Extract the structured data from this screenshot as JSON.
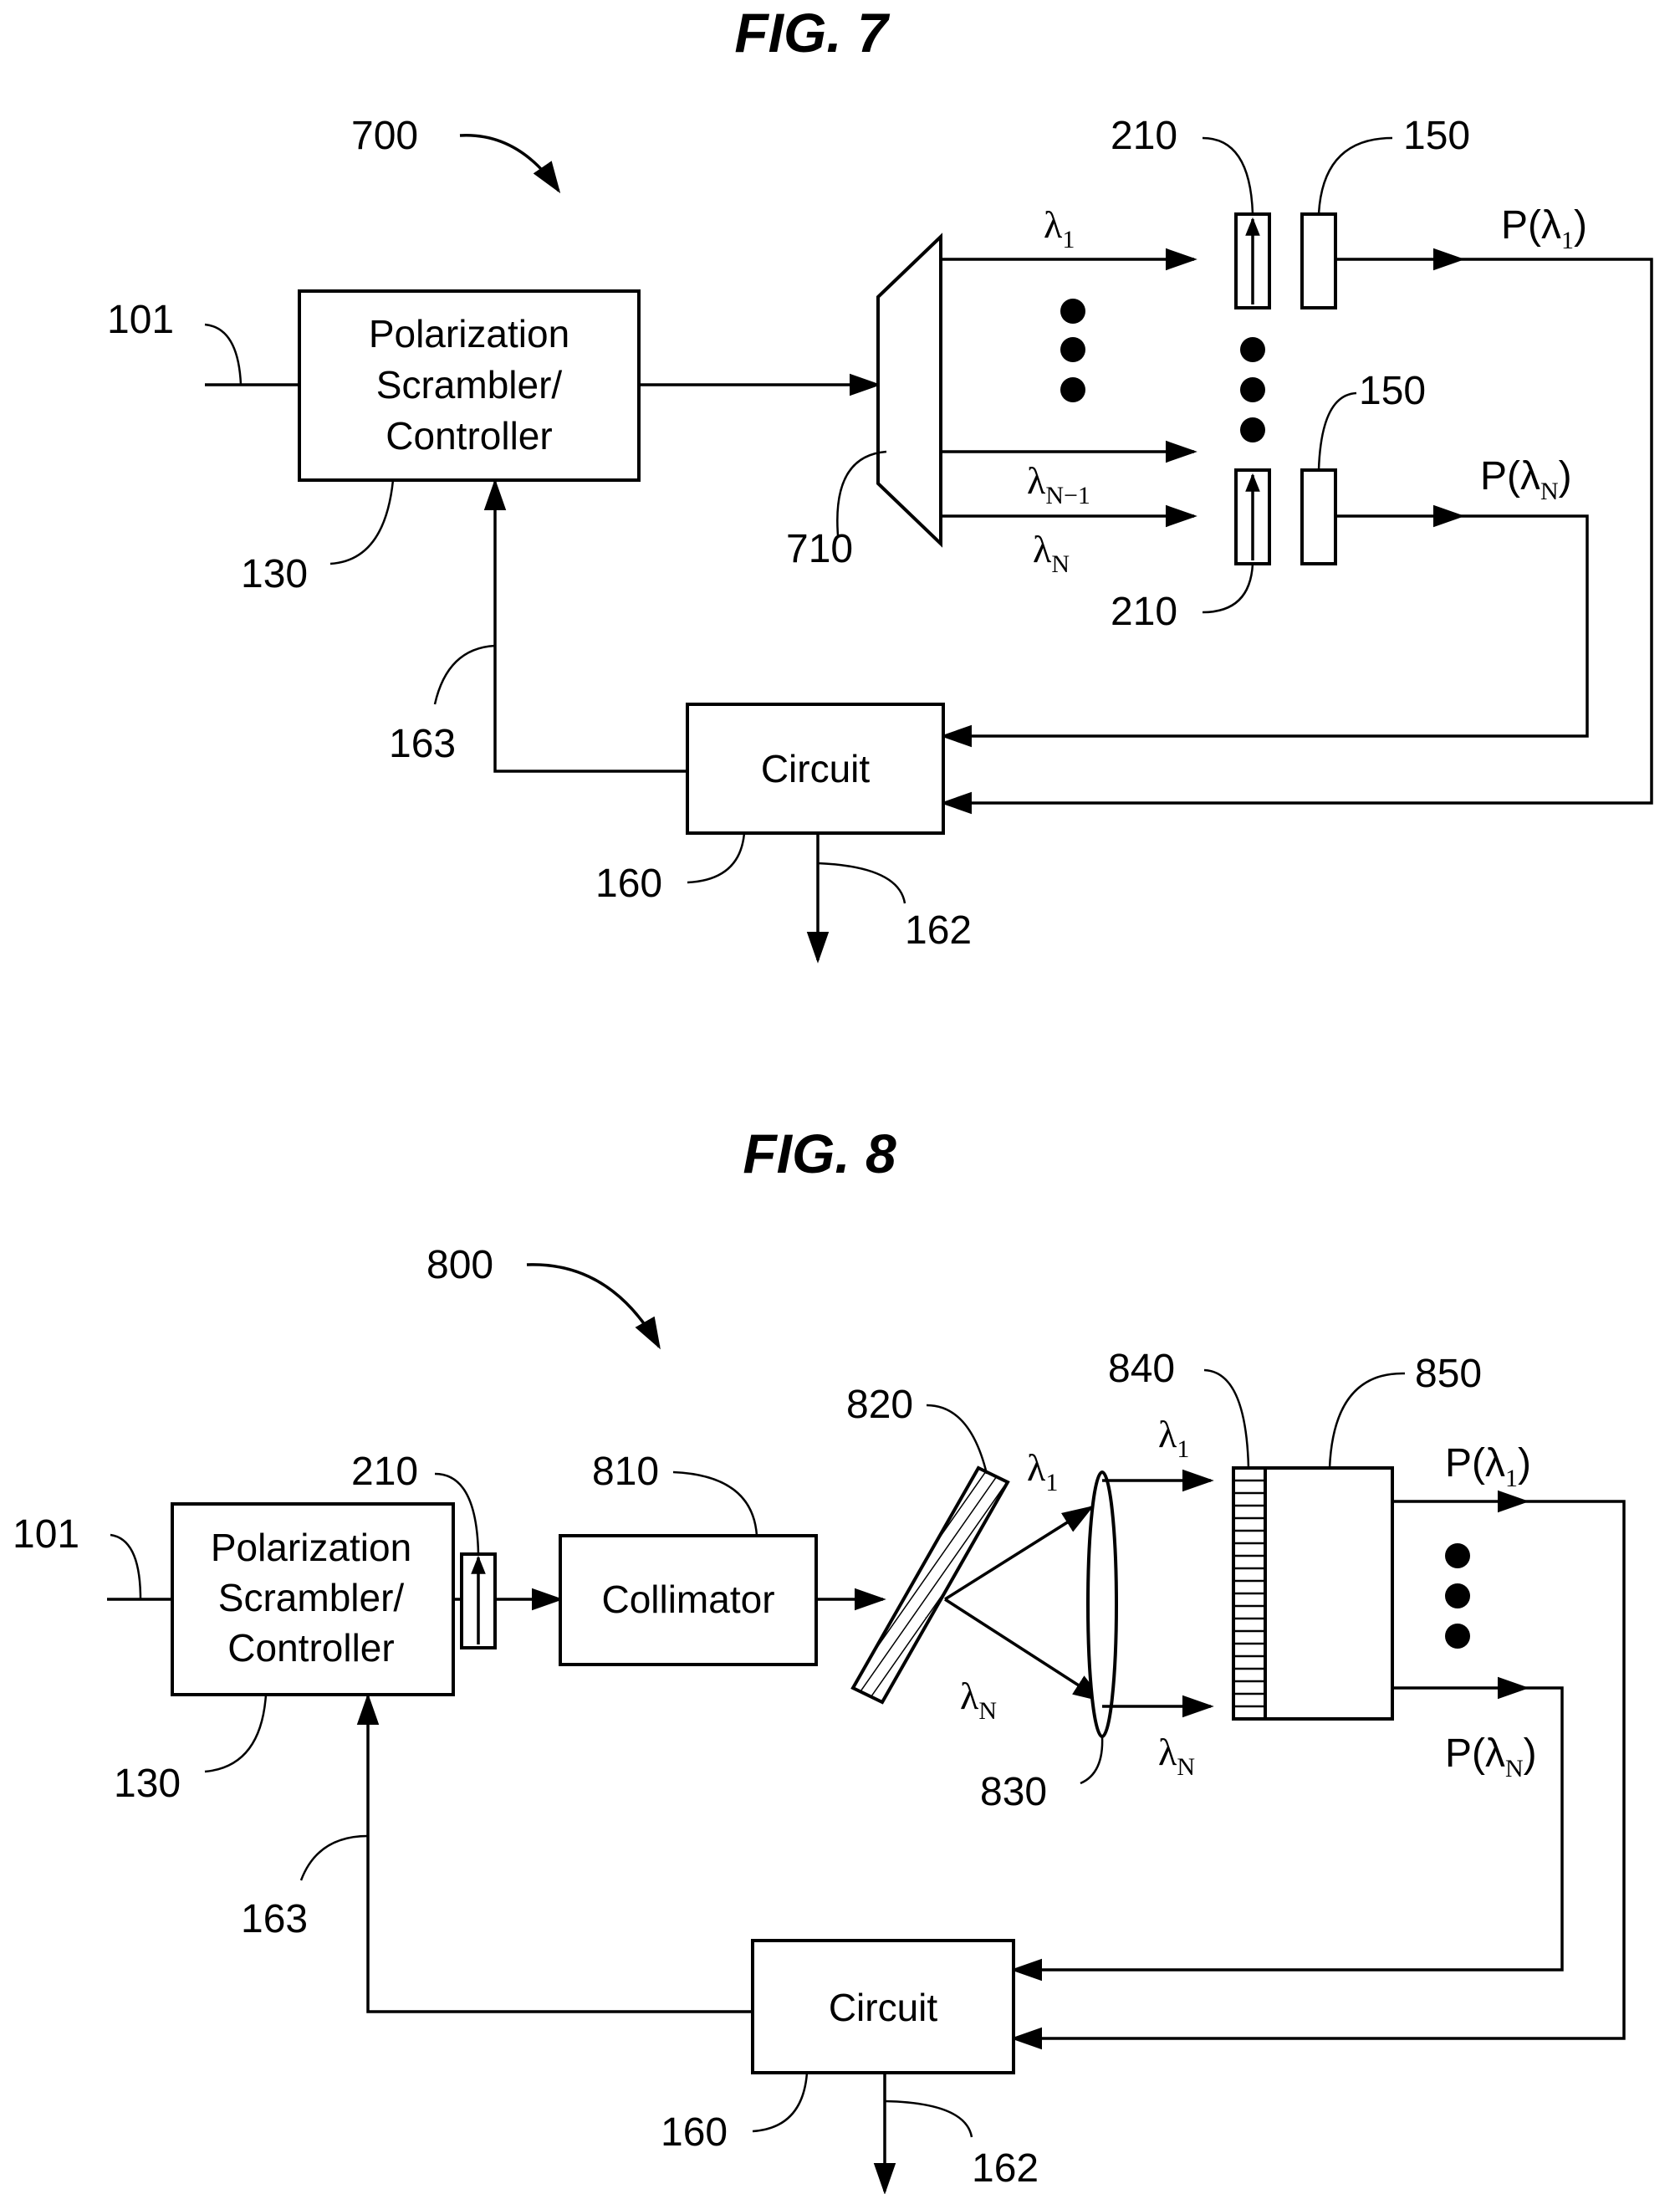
{
  "fig7": {
    "title": "FIG. 7",
    "system_ref": "700",
    "input_ref": "101",
    "scrambler": {
      "line1": "Polarization",
      "line2": "Scrambler/",
      "line3": "Controller",
      "ref": "130"
    },
    "demux_ref": "710",
    "polarizer_top_ref": "210",
    "polarizer_bottom_ref": "210",
    "detector_top_ref": "150",
    "detector_bottom_ref": "150",
    "lambda_1": "λ",
    "lambda_1_sub": "1",
    "lambda_n1": "λ",
    "lambda_n1_sub": "N−1",
    "lambda_n": "λ",
    "lambda_n_sub": "N",
    "p1_prefix": "P(λ",
    "p1_sub": "1",
    "p1_suffix": ")",
    "pn_prefix": "P(λ",
    "pn_sub": "N",
    "pn_suffix": ")",
    "circuit": {
      "label": "Circuit",
      "ref": "160"
    },
    "feedback_ref": "163",
    "output_ref": "162"
  },
  "fig8": {
    "title": "FIG. 8",
    "system_ref": "800",
    "input_ref": "101",
    "scrambler": {
      "line1": "Polarization",
      "line2": "Scrambler/",
      "line3": "Controller",
      "ref": "130"
    },
    "polarizer_ref": "210",
    "collimator": {
      "label": "Collimator",
      "ref": "810"
    },
    "grating_ref": "820",
    "lens_ref": "830",
    "array_ref": "840",
    "detector_ref": "850",
    "lambda_1": "λ",
    "lambda_1_sub": "1",
    "lambda_n": "λ",
    "lambda_n_sub": "N",
    "lambda_1b": "λ",
    "lambda_1b_sub": "1",
    "lambda_nb": "λ",
    "lambda_nb_sub": "N",
    "p1_prefix": "P(λ",
    "p1_sub": "1",
    "p1_suffix": ")",
    "pn_prefix": "P(λ",
    "pn_sub": "N",
    "pn_suffix": ")",
    "circuit": {
      "label": "Circuit",
      "ref": "160"
    },
    "feedback_ref": "163",
    "output_ref": "162"
  }
}
